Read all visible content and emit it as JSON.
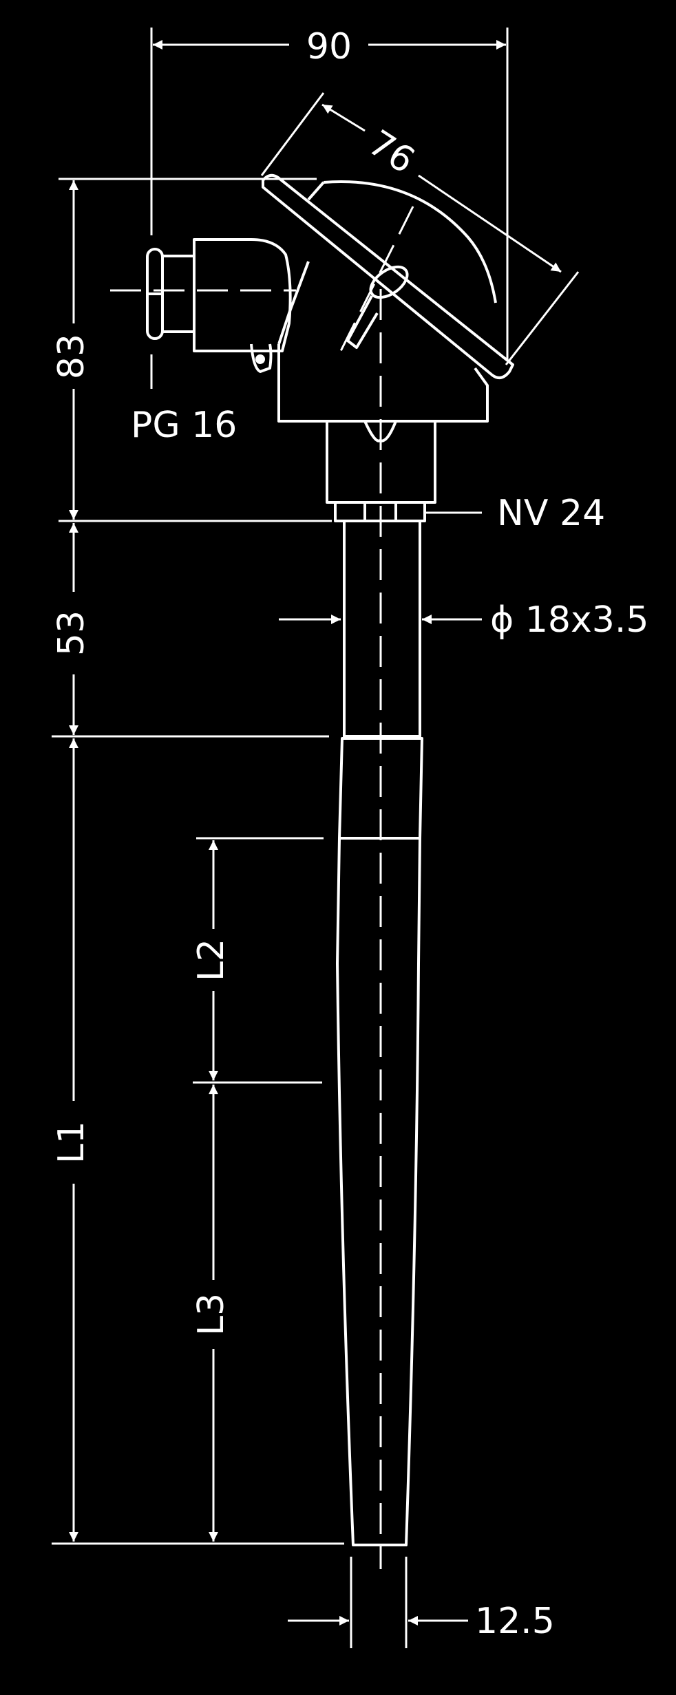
{
  "drawing": {
    "background": "#000000",
    "line_color": "#ffffff",
    "labels": {
      "width_overall": "90",
      "head_diameter": "76",
      "height_head": "83",
      "height_neck": "53",
      "length_l1": "L1",
      "length_l2": "L2",
      "length_l3": "L3",
      "cable_gland": "PG 16",
      "hex_nut": "NV 24",
      "tube_diameter": "ϕ  18x3.5",
      "tip_diameter": "12.5"
    }
  }
}
